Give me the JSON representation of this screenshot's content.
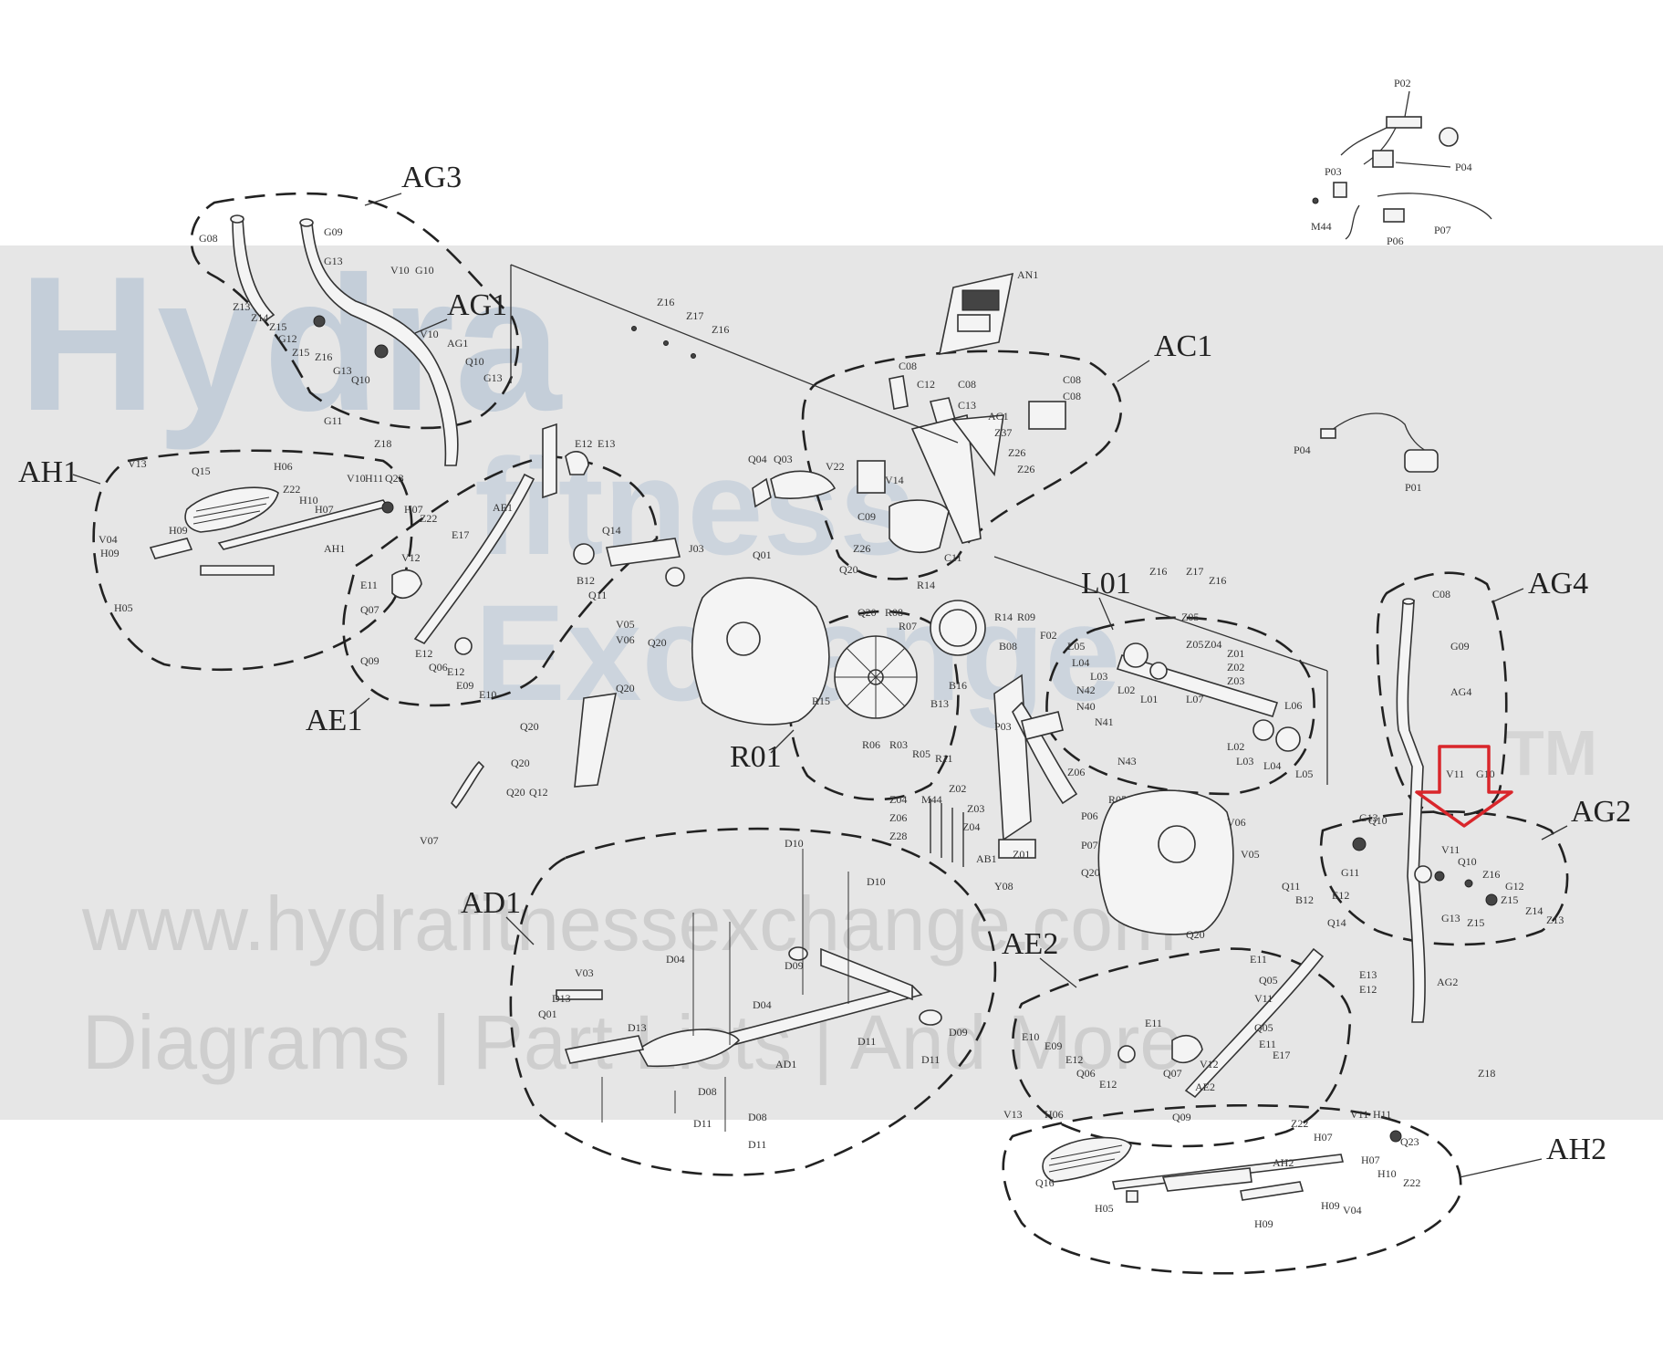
{
  "groups": {
    "ag3": "AG3",
    "ag1": "AG1",
    "ah1": "AH1",
    "ae1": "AE1",
    "ac1": "AC1",
    "l01": "L01",
    "r01": "R01",
    "ag4": "AG4",
    "ag2": "AG2",
    "ad1": "AD1",
    "ae2": "AE2",
    "ah2": "AH2"
  },
  "parts": {
    "p02": "P02",
    "p03": "P03",
    "p04": "P04",
    "m44": "M44",
    "p06": "P06",
    "p07": "P07",
    "an1": "AN1",
    "p01": "P01",
    "p04b": "P04",
    "ab1": "AB1",
    "ad1b": "AD1",
    "ah1b": "AH1",
    "ae1b": "AE1",
    "ag1b": "AG1",
    "ag4b": "AG4",
    "ag2b": "AG2",
    "ae2b": "AE2",
    "ah2b": "AH2",
    "h06": "H06",
    "v13": "V13",
    "q15": "Q15",
    "h09": "H09",
    "v04": "V04",
    "h05": "H05",
    "q16": "Q16",
    "d11": "D11",
    "d10": "D10",
    "d04": "D04",
    "d13": "D13",
    "d08": "D08",
    "d09": "D09",
    "v03": "V03",
    "z16": "Z16",
    "z17": "Z17",
    "z18": "Z18",
    "q20": "Q20",
    "g08": "G08",
    "g09": "G09",
    "g10": "G10",
    "g13": "G13",
    "g12": "G12",
    "z14": "Z14",
    "z13": "Z13",
    "z15": "Z15",
    "q10": "Q10",
    "v11": "V11",
    "g11": "G11",
    "z22": "Z22",
    "q23": "Q23",
    "h10": "H10",
    "h07": "H07",
    "h11": "H11",
    "v10": "V10",
    "e12": "E12",
    "e13": "E13",
    "e09": "E09",
    "e10": "E10",
    "e17": "E17",
    "q07": "Q07",
    "q09": "Q09",
    "q06": "Q06",
    "e11": "E11",
    "v12": "V12",
    "q05": "Q05",
    "q01": "Q01",
    "q14": "Q14",
    "b12": "B12",
    "q11": "Q11",
    "j03": "J03",
    "r08": "R08",
    "r07": "R07",
    "r14": "R14",
    "r09": "R09",
    "r15": "R15",
    "r03": "R03",
    "r05": "R05",
    "r06": "R06",
    "r11": "R11",
    "l02": "L02",
    "l03": "L03",
    "l04": "L04",
    "l05": "L05",
    "l06": "L06",
    "l07": "L07",
    "l01b": "L01",
    "n40": "N40",
    "n41": "N41",
    "n42": "N42",
    "n43": "N43",
    "m44b": "M44",
    "z01": "Z01",
    "z02": "Z02",
    "z03": "Z03",
    "z04": "Z04",
    "z05": "Z05",
    "z06": "Z06",
    "z28": "Z28",
    "c08": "C08",
    "c12": "C12",
    "c13": "C13",
    "ac1b": "AC1",
    "z37": "Z37",
    "z26": "Z26",
    "v14": "V14",
    "v22": "V22",
    "c09": "C09",
    "c11": "C11",
    "q04": "Q04",
    "q03": "Q03",
    "v06": "V06",
    "v05": "V05",
    "v07": "V07",
    "q12": "Q12",
    "f02": "F02",
    "p03b": "P03",
    "b13": "B13",
    "b16": "B16",
    "b08": "B08",
    "y08": "Y08"
  },
  "watermark": {
    "line1": "Hydra",
    "line2": "fitness",
    "line3": "Exchange",
    "tm": "TM",
    "url": "www.hydrafitnessexchange.com",
    "tagline": "Diagrams | Part Lists | And More"
  },
  "highlight": {
    "target": "Q10",
    "color": "#d9262b"
  }
}
